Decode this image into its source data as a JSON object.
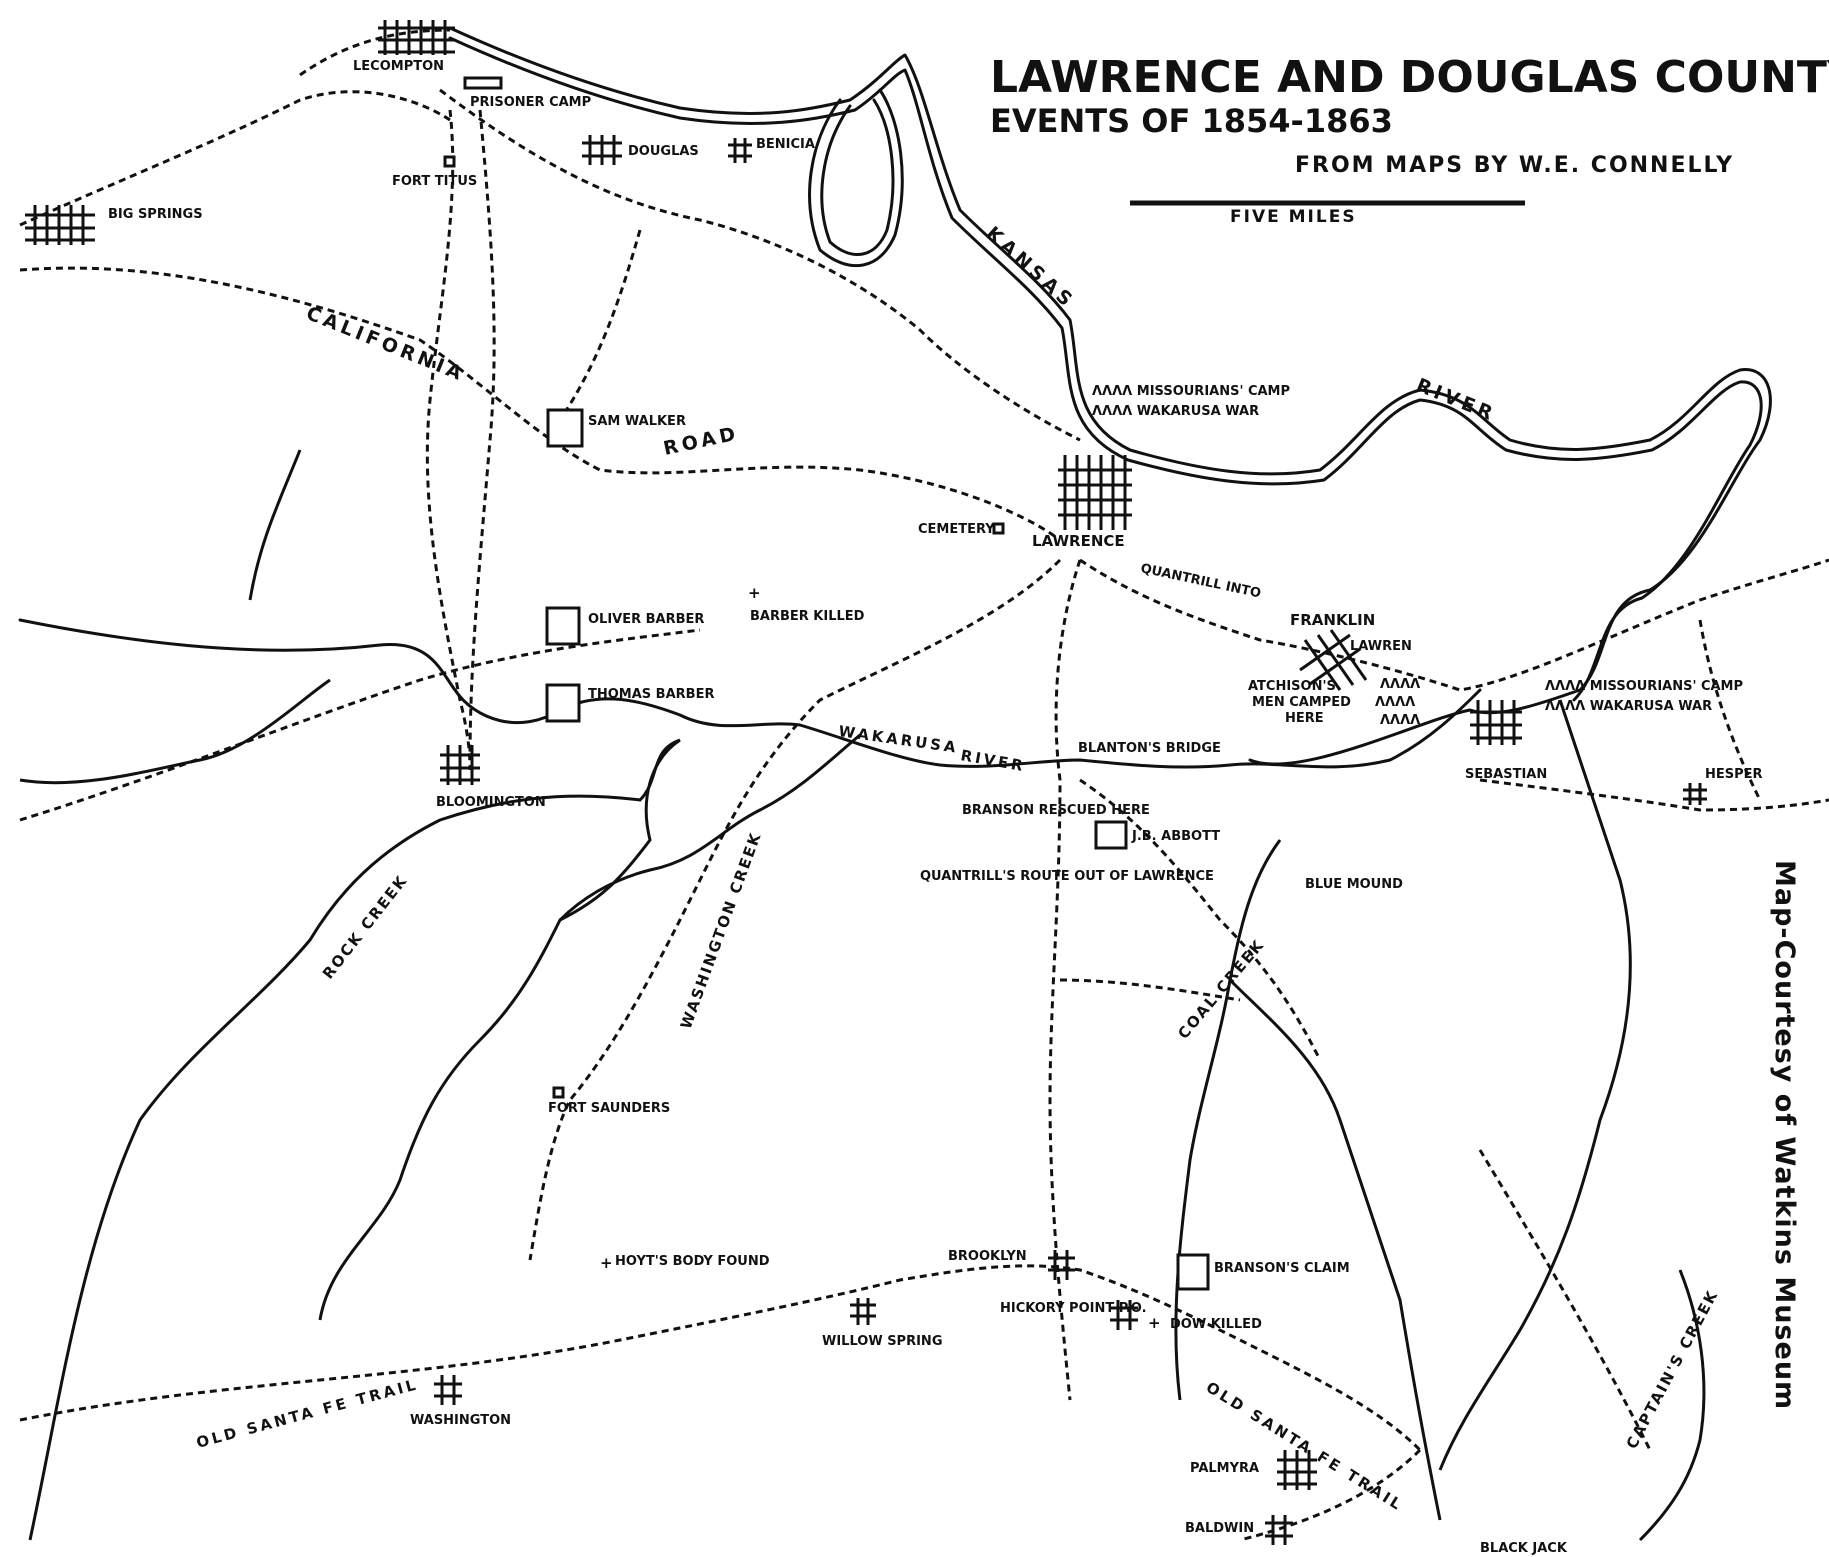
{
  "title": "LAWRENCE AND DOUGLAS COUNTY",
  "subtitle": "EVENTS OF 1854-1863",
  "source": "FROM MAPS BY W.E. CONNELLY",
  "scale_label": "FIVE MILES",
  "credit": "Map-Courtesy of Watkins Museum",
  "rivers": {
    "kansas_1": "KANSAS",
    "kansas_2": "RIVER",
    "wakarusa_1": "WAKARUSA",
    "wakarusa_2": "RIVER"
  },
  "creeks": {
    "rock": "ROCK CREEK",
    "washington": "WASHINGTON CREEK",
    "coal": "COAL CREEK",
    "captains": "CAPTAIN'S CREEK"
  },
  "roads": {
    "california_1": "CALIFORNIA",
    "california_2": "ROAD",
    "santa_fe_west": "OLD SANTA FE TRAIL",
    "santa_fe_east": "OLD SANTA FE TRAIL"
  },
  "towns": {
    "lecompton": "LECOMPTON",
    "big_springs": "BIG SPRINGS",
    "douglas": "DOUGLAS",
    "benicia": "BENICIA",
    "lawrence": "LAWRENCE",
    "franklin": "FRANKLIN",
    "sebastian": "SEBASTIAN",
    "hesper": "HESPER",
    "bloomington": "BLOOMINGTON",
    "washington": "WASHINGTON",
    "willow_spring": "WILLOW SPRING",
    "brooklyn": "BROOKLYN",
    "hickory_point": "HICKORY POINT P.O.",
    "palmyra": "PALMYRA",
    "baldwin": "BALDWIN",
    "black_jack": "BLACK JACK"
  },
  "places": {
    "prisoner_camp": "PRISONER CAMP",
    "fort_titus": "FORT TITUS",
    "sam_walker": "SAM WALKER",
    "cemetery": "CEMETERY",
    "oliver_barber": "OLIVER BARBER",
    "thomas_barber": "THOMAS BARBER",
    "barber_killed": "BARBER KILLED",
    "fort_saunders": "FORT SAUNDERS",
    "hoyts_body": "HOYT'S BODY FOUND",
    "bransons_claim": "BRANSON'S CLAIM",
    "dow_killed": "DOW KILLED",
    "blue_mound": "BLUE MOUND",
    "blantons_bridge": "BLANTON'S BRIDGE",
    "branson_rescued": "BRANSON RESCUED HERE",
    "jb_abbott": "J.B. ABBOTT",
    "quantrill_route": "QUANTRILL'S ROUTE OUT OF LAWRENCE",
    "quantrill_into": "QUANTRILL INTO",
    "atchison_men": "ATCHISON'S MEN CAMPED HERE",
    "missourians_camp_1": "MISSOURIANS' CAMP",
    "wakarusa_war_1": "WAKARUSA WAR",
    "missourians_camp_2": "MISSOURIANS' CAMP",
    "wakarusa_war_2": "WAKARUSA WAR",
    "lawrence_short": "LAWREN"
  },
  "markers": {
    "tents": "ΛΛΛΛ"
  }
}
